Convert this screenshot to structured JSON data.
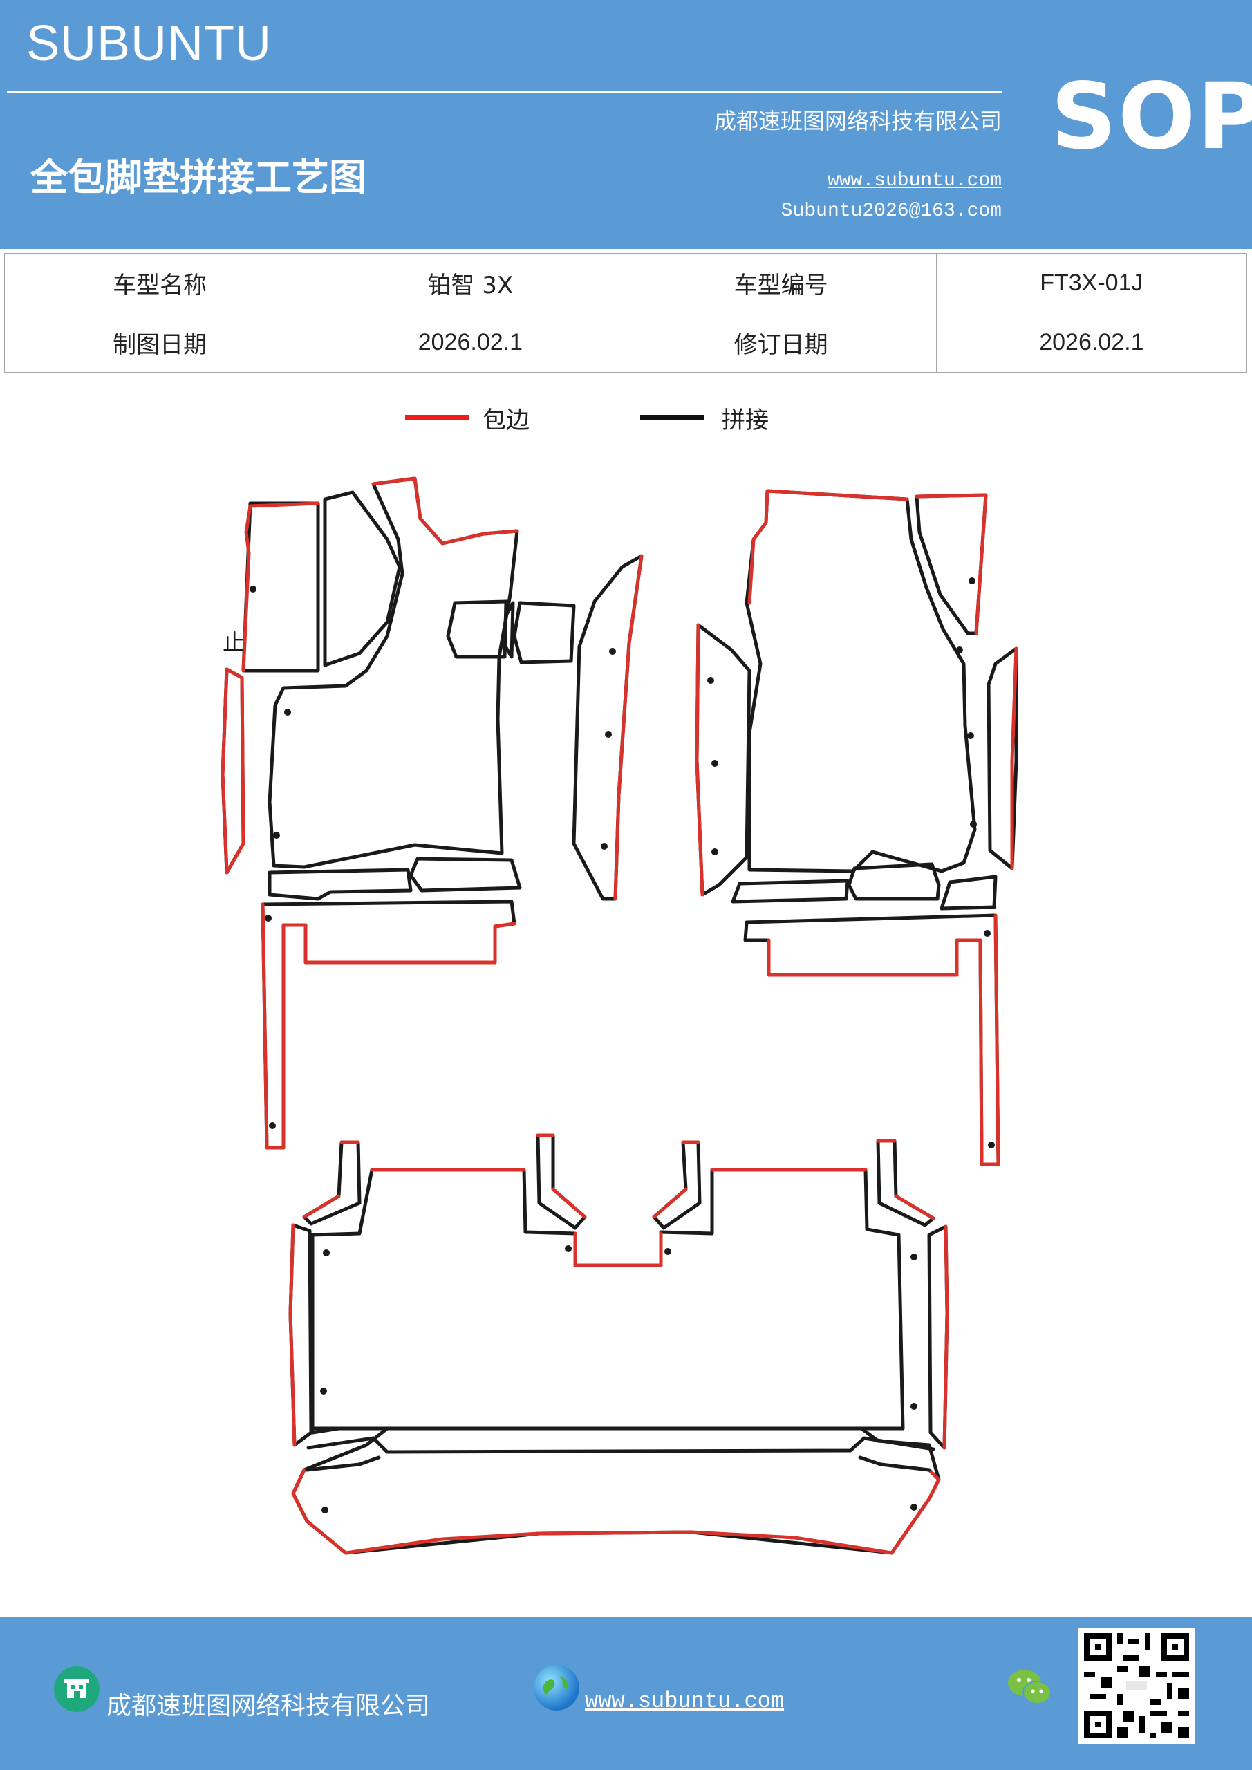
{
  "header": {
    "brand": "SUBUNTU",
    "company": "成都速班图网络科技有限公司",
    "title": "全包脚垫拼接工艺图",
    "website": "www.subuntu.com",
    "email": "Subuntu2026@163.com",
    "badge": "SOP"
  },
  "info_table": {
    "rows": [
      {
        "label1": "车型名称",
        "value1": "铂智 3X",
        "label2": "车型编号",
        "value2": "FT3X-01J"
      },
      {
        "label1": "制图日期",
        "value1": "2026.02.1",
        "label2": "修订日期",
        "value2": "2026.02.1"
      }
    ]
  },
  "legend": {
    "items": [
      {
        "label": "包边",
        "color": "#ee1c1c"
      },
      {
        "label": "拼接",
        "color": "#111111"
      }
    ]
  },
  "diagram": {
    "annotation": "止",
    "edge_color": "#d9322a",
    "seam_color": "#1a1a1a"
  },
  "footer": {
    "company": "成都速班图网络科技有限公司",
    "website": "www.subuntu.com",
    "icons": [
      "building-icon",
      "globe-icon",
      "wechat-icon",
      "qr-code"
    ]
  }
}
